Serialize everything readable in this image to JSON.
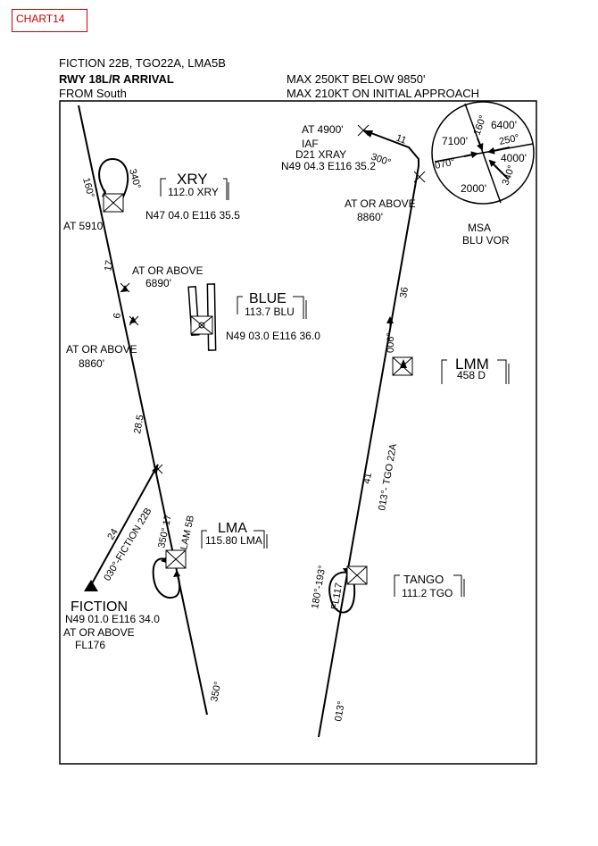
{
  "chart_label": "CHART14",
  "header": {
    "procedures": "FICTION 22B, TGO22A, LMA5B",
    "title": "RWY 18L/R ARRIVAL",
    "from": "FROM South",
    "speed_limit_1": "MAX 250KT BELOW 9850'",
    "speed_limit_2": "MAX 210KT ON INITIAL APPROACH"
  },
  "xry": {
    "ident": "XRY",
    "freq": "112.0 XRY",
    "coords": "N47 04.0 E116 35.5",
    "inbound": "160°",
    "outbound": "340°",
    "alt": "AT 5910'"
  },
  "blue": {
    "ident": "BLUE",
    "freq": "113.7 BLU",
    "coords": "N49 03.0 E116 36.0"
  },
  "lma": {
    "ident": "LMA",
    "freq": "115.80 LMA",
    "hold_label": "350° 17",
    "route": "LAM 5B",
    "final_course": "350°"
  },
  "lmm": {
    "ident": "LMM",
    "freq": "458 D"
  },
  "tango": {
    "ident": "TANGO",
    "freq": "111.2 TGO",
    "hold_label": "180°-193°",
    "hold_fl": "FL117",
    "inbound_course": "013°"
  },
  "fiction": {
    "name": "FICTION",
    "coords": "N49 01.0 E116 34.0",
    "alt1": "AT OR ABOVE",
    "alt2": "FL176",
    "route": "030°-FICTION 22B",
    "dist": "24"
  },
  "left_leg": {
    "dist_17": "17",
    "fix1_alt1": "AT  OR ABOVE",
    "fix1_alt2": "6890'",
    "dist_6": "6",
    "fix2_alt1": "AT  OR ABOVE",
    "fix2_alt2": "8860'",
    "dist_28": "28.5"
  },
  "right_leg": {
    "dist_41": "41",
    "route": "013°-  TGO  22A",
    "course_006": "006°",
    "dist_36": "36",
    "fix_alt1": "AT OR ABOVE",
    "fix_alt2": "8860'"
  },
  "iaf": {
    "alt": "AT 4900'",
    "label": "IAF",
    "d21": "D21 XRAY",
    "coords": "N49 04.3 E116 35.2",
    "course": "300°",
    "dist": "11"
  },
  "msa": {
    "label": "MSA",
    "vor": "BLU VOR",
    "b160": "160°",
    "a6400": "6400'",
    "b250": "250°",
    "a7100": "7100'",
    "b070": "070°",
    "a4000": "4000'",
    "b340": "340°",
    "a2000": "2000'"
  }
}
